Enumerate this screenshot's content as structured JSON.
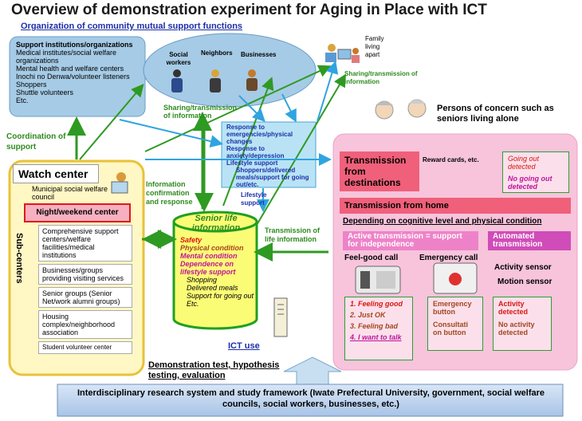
{
  "title": "Overview of demonstration experiment for Aging in Place with ICT",
  "org_heading": "Organization of community mutual support functions",
  "support_institutions": {
    "title": "Support institutions/organizations",
    "items": [
      "Medical institutes/social welfare organizations",
      "Mental health and welfare centers",
      "Inochi no Denwa/volunteer listeners",
      "Shoppers",
      "Shuttle volunteers",
      "Etc."
    ]
  },
  "community": {
    "social_workers": "Social workers",
    "neighbors": "Neighbors",
    "businesses": "Businesses"
  },
  "family": "Family living apart",
  "sharing_family": "Sharing/transmission of information",
  "sharing_center": "Sharing/transmission of information",
  "persons_of_concern": "Persons of concern such as seniors living alone",
  "coordination": "Coordination of support",
  "response_box": {
    "lines": [
      "Response to emergencies/physical changes",
      "Response to anxiety/depression",
      "Lifestyle support"
    ],
    "indented": "Shoppers/delivered meals/support for going out/etc."
  },
  "lifestyle_support_label": "Lifestyle support",
  "info_confirmation": "Information confirmation and response",
  "transmission_of_life_info": "Transmission of life information",
  "watch_center": {
    "title": "Watch center",
    "municipal": "Municipal social welfare council",
    "night_weekend": "Night/weekend center",
    "subcenters_label": "Sub-centers",
    "subcenters": [
      "Comprehensive support centers/welfare facilities/medical institutions",
      "Businesses/groups providing visiting services",
      "Senior groups (Senior Net/work alumni groups)",
      "Housing complex/neighborhood association",
      "Student volunteer center"
    ]
  },
  "senior_life": {
    "title": "Senior life information",
    "safety": "Safety",
    "physical": "Physical condition",
    "mental": "Mental condition",
    "dependence": "Dependence on lifestyle support",
    "subitems": [
      "Shopping",
      "Delivered meals",
      "Support for going out",
      "Etc."
    ]
  },
  "ict_use": "ICT use",
  "right_panel": {
    "transmission_destinations": "Transmission from destinations",
    "reward_cards": "Reward cards, etc.",
    "going_out_detected": "Going out detected",
    "no_going_out_detected": "No going out detected",
    "transmission_home": "Transmission from home",
    "cognitive": "Depending on cognitive level and physical condition",
    "active_transmission": "Active transmission = support for independence",
    "automated_transmission": "Automated transmission",
    "feel_good_call": "Feel-good call",
    "emergency_call": "Emergency call",
    "activity_sensor": "Activity sensor",
    "motion_sensor": "Motion sensor",
    "feel_options": [
      "1. Feeling good",
      "2. Just OK",
      "3. Feeling bad",
      "4. I want to talk"
    ],
    "emergency_button": "Emergency button",
    "consultation_button": "Consultati on button",
    "activity_detected": "Activity detected",
    "no_activity_detected": "No activity detected"
  },
  "demonstration": "Demonstration test, hypothesis testing, evaluation",
  "footer": "Interdisciplinary research system  and study framework (Iwate Prefectural University, government, social welfare councils, social workers, businesses, etc.)"
}
